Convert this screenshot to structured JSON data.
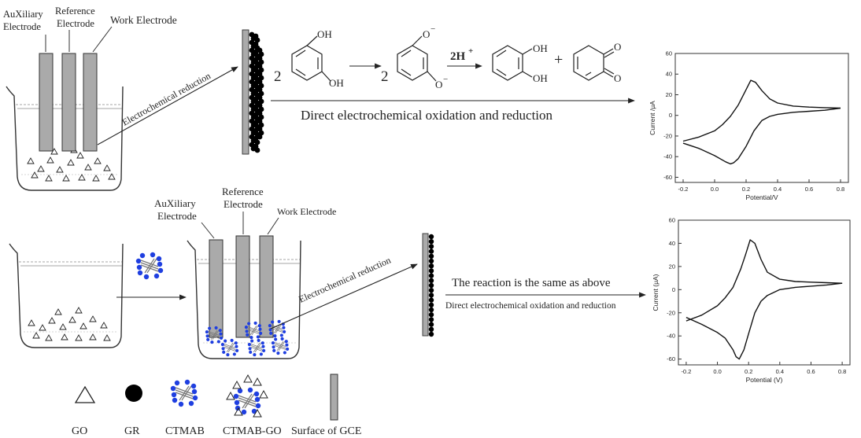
{
  "cell_top": {
    "electrodes": {
      "auxiliary": [
        "AuXiliary",
        "Electrode"
      ],
      "reference": [
        "Reference",
        "Electrode"
      ],
      "work": "Work Electrode"
    },
    "arrow_label": "Electrochemical reduction"
  },
  "reaction": {
    "coef1": "2",
    "coef2": "2",
    "oh": "OH",
    "ominus": "O",
    "minus": "−",
    "proton": "2H",
    "plus_sup": "+",
    "plus": "+",
    "oxo": "O",
    "direct_label": "Direct electrochemical oxidation and reduction"
  },
  "cell_bottom": {
    "electrodes": {
      "auxiliary": [
        "AuXiliary",
        "Electrode"
      ],
      "reference": [
        "Reference",
        "Electrode"
      ],
      "work": "Work Electrode"
    },
    "arrow_label": "Electrochemical reduction",
    "same_label": "The reaction is the same as above",
    "direct_label": "Direct electrochemical oxidation and reduction"
  },
  "legend": [
    {
      "key": "go",
      "label": "GO"
    },
    {
      "key": "gr",
      "label": "GR"
    },
    {
      "key": "ctmab",
      "label": "CTMAB"
    },
    {
      "key": "ctmabgo",
      "label": "CTMAB-GO"
    },
    {
      "key": "gce",
      "label": "Surface of GCE"
    }
  ],
  "colors": {
    "electrode": "#aaaaaa",
    "ctmab": "#1f3fe0",
    "gr": "#000000"
  },
  "chart_data": [
    {
      "type": "line",
      "title": "",
      "xlabel": "Potential/V",
      "ylabel": "Current /μA",
      "xlim": [
        -0.25,
        0.85
      ],
      "ylim": [
        -65,
        60
      ],
      "xticks": [
        -0.2,
        0.0,
        0.2,
        0.4,
        0.6,
        0.8
      ],
      "yticks": [
        -60,
        -40,
        -20,
        0,
        20,
        40,
        60
      ],
      "series": [
        {
          "x": [
            -0.2,
            -0.1,
            0.0,
            0.05,
            0.1,
            0.15,
            0.2,
            0.23,
            0.26,
            0.3,
            0.35,
            0.4,
            0.5,
            0.6,
            0.7,
            0.8
          ],
          "y": [
            -25,
            -21,
            -15,
            -9,
            -1,
            10,
            25,
            34,
            32,
            24,
            16,
            12,
            9,
            8,
            7.5,
            7
          ]
        },
        {
          "x": [
            0.8,
            0.7,
            0.6,
            0.5,
            0.4,
            0.35,
            0.3,
            0.25,
            0.2,
            0.15,
            0.12,
            0.1,
            0.07,
            0.0,
            -0.1,
            -0.2
          ],
          "y": [
            7,
            5,
            4,
            3,
            1,
            -1,
            -5,
            -15,
            -30,
            -42,
            -46,
            -47,
            -45,
            -39,
            -32,
            -27
          ]
        }
      ]
    },
    {
      "type": "line",
      "title": "",
      "xlabel": "Potential (V)",
      "ylabel": "Current (μA)",
      "xlim": [
        -0.25,
        0.85
      ],
      "ylim": [
        -65,
        60
      ],
      "xticks": [
        -0.2,
        0.0,
        0.2,
        0.4,
        0.6,
        0.8
      ],
      "yticks": [
        -60,
        -40,
        -20,
        0,
        20,
        40,
        60
      ],
      "series": [
        {
          "x": [
            -0.2,
            -0.1,
            0.0,
            0.05,
            0.1,
            0.15,
            0.18,
            0.21,
            0.24,
            0.28,
            0.32,
            0.4,
            0.5,
            0.6,
            0.7,
            0.8
          ],
          "y": [
            -27,
            -22,
            -14,
            -7,
            2,
            18,
            30,
            43,
            40,
            26,
            15,
            9,
            7,
            6.5,
            6,
            5.5
          ]
        },
        {
          "x": [
            0.8,
            0.7,
            0.6,
            0.5,
            0.4,
            0.32,
            0.28,
            0.24,
            0.2,
            0.17,
            0.14,
            0.12,
            0.1,
            0.05,
            0.0,
            -0.1,
            -0.2
          ],
          "y": [
            5.5,
            4,
            3,
            2,
            0,
            -5,
            -10,
            -20,
            -38,
            -52,
            -60,
            -58,
            -52,
            -42,
            -37,
            -30,
            -24
          ]
        }
      ]
    }
  ]
}
